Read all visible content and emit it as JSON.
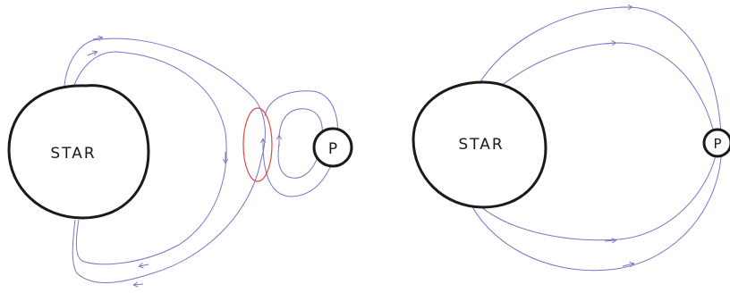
{
  "panels": [
    {
      "star_label": "STAR",
      "planet_label": "P"
    },
    {
      "star_label": "STAR",
      "planet_label": "P"
    }
  ],
  "colors": {
    "ink": "#1a1a1a",
    "field_line": "#7a74c8",
    "highlight": "#e0484a",
    "background": "#ffffff"
  }
}
